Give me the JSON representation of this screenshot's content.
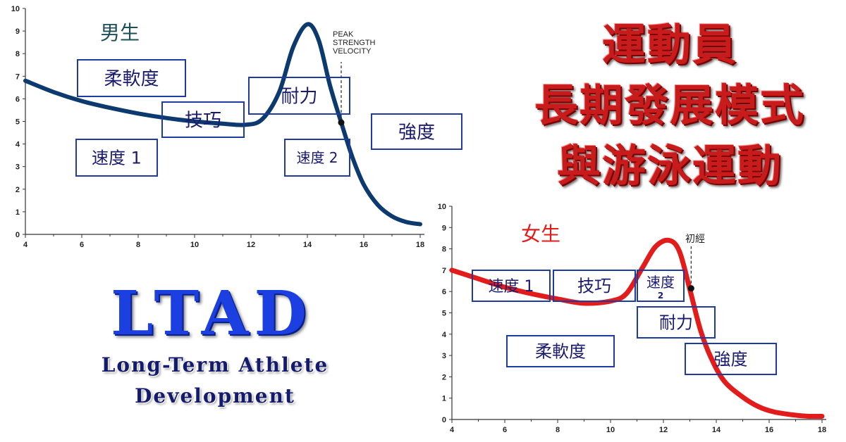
{
  "title": {
    "line1": "運動員",
    "line2": "長期發展模式",
    "line3": "與游泳運動"
  },
  "ltad": {
    "acronym": "LTAD",
    "line1": "Long-Term Athlete",
    "line2": "Development"
  },
  "colors": {
    "male_curve": "#0c3a6e",
    "female_curve": "#e21b1b",
    "box_border": "#1f3aa0",
    "title_red": "#c81b1b",
    "ltad_blue": "#1b3fe0"
  },
  "chart_data": [
    {
      "type": "line",
      "chart_label": "男生",
      "xlim": [
        4,
        18
      ],
      "ylim": [
        0,
        10
      ],
      "x_ticks": [
        "4",
        "6",
        "8",
        "10",
        "12",
        "14",
        "16",
        "18"
      ],
      "y_ticks": [
        "0",
        "1",
        "2",
        "3",
        "4",
        "5",
        "6",
        "7",
        "8",
        "9",
        "10"
      ],
      "series": [
        {
          "x": [
            4,
            5,
            6,
            7,
            8,
            9,
            10,
            11,
            11.8,
            12.4,
            13.0,
            13.5,
            14.0,
            14.4,
            14.8,
            15.2,
            15.6,
            16.0,
            16.5,
            17.0,
            17.5,
            18.0
          ],
          "y": [
            6.8,
            6.3,
            5.9,
            5.6,
            5.35,
            5.15,
            5.0,
            4.9,
            4.85,
            5.1,
            6.3,
            8.3,
            9.3,
            8.6,
            6.6,
            4.95,
            3.4,
            2.2,
            1.3,
            0.8,
            0.55,
            0.45
          ]
        }
      ],
      "marker": {
        "x": 15.2,
        "y": 4.95,
        "label_lines": [
          "PEAK",
          "STRENGTH",
          "VELOCITY"
        ]
      },
      "phase_labels": [
        {
          "text": "柔軟度"
        },
        {
          "text": "技巧"
        },
        {
          "text": "耐力"
        },
        {
          "text": "速度 1"
        },
        {
          "text": "速度 2"
        },
        {
          "text": "強度"
        }
      ]
    },
    {
      "type": "line",
      "chart_label": "女生",
      "xlim": [
        4,
        18
      ],
      "ylim": [
        0,
        10
      ],
      "x_ticks": [
        "4",
        "6",
        "8",
        "10",
        "12",
        "14",
        "16",
        "18"
      ],
      "y_ticks": [
        "0",
        "1",
        "2",
        "3",
        "4",
        "5",
        "6",
        "7",
        "8",
        "9",
        "10"
      ],
      "series": [
        {
          "x": [
            4,
            5,
            6,
            7,
            8,
            9,
            10,
            10.6,
            11.2,
            11.7,
            12.2,
            12.6,
            13.0,
            13.4,
            13.8,
            14.3,
            15.0,
            15.6,
            16.2,
            17.0,
            17.5,
            18.0
          ],
          "y": [
            7.0,
            6.6,
            6.2,
            5.9,
            5.65,
            5.45,
            5.55,
            5.9,
            7.1,
            8.1,
            8.4,
            7.9,
            6.1,
            4.2,
            2.9,
            1.8,
            1.05,
            0.6,
            0.35,
            0.2,
            0.15,
            0.15
          ]
        }
      ],
      "marker": {
        "x": 13.05,
        "y": 6.15,
        "label": "初經"
      },
      "phase_labels": [
        {
          "text": "速度 1"
        },
        {
          "text": "技巧"
        },
        {
          "text": "速度",
          "sub": "2"
        },
        {
          "text": "耐力"
        },
        {
          "text": "柔軟度"
        },
        {
          "text": "強度"
        }
      ]
    }
  ]
}
